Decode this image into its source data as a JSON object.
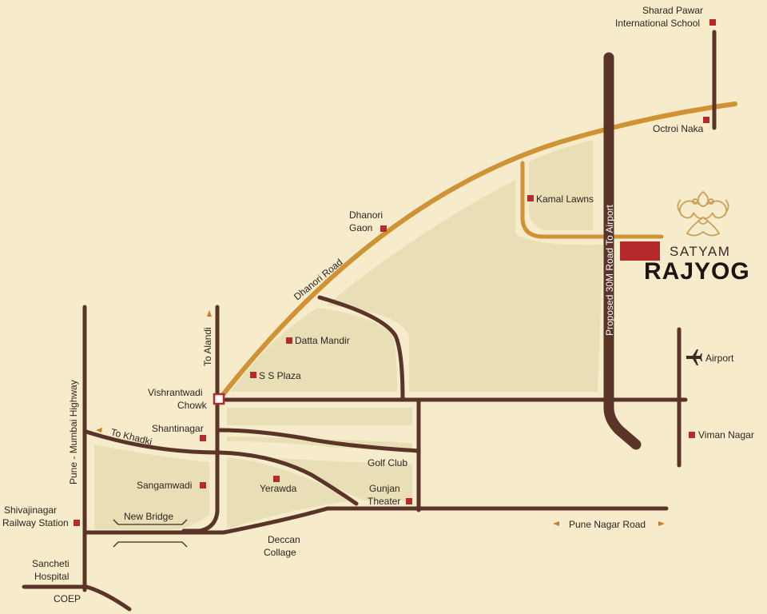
{
  "colors": {
    "background": "#f6ebcb",
    "block": "#e9dfb6",
    "brown_road": "#5a3428",
    "gold_road": "#cf9335",
    "marker": "#b52b2b",
    "brand_gold": "#c9a35a"
  },
  "brand": {
    "line1": "SATYAM",
    "line2": "RAJYOG",
    "emblem": "ornamental-emblem"
  },
  "roads": {
    "dhanori_road": "Dhanori Road",
    "proposed_road": "Proposed 30M Road To Airport",
    "pune_mumbai_highway": "Pune - Mumbai Highway",
    "to_alandi": "To Alandi",
    "to_khadki": "To Khadki",
    "new_bridge": "New Bridge",
    "pune_nagar_road": "Pune Nagar Road"
  },
  "places": {
    "sharad_pawar_1": "Sharad Pawar",
    "sharad_pawar_2": "International School",
    "octroi_naka": "Octroi Naka",
    "kamal_lawns": "Kamal Lawns",
    "dhanori_gaon_1": "Dhanori",
    "dhanori_gaon_2": "Gaon",
    "datta_mandir": "Datta Mandir",
    "ss_plaza": "S S Plaza",
    "vishrantwadi_1": "Vishrantwadi",
    "vishrantwadi_2": "Chowk",
    "shantinagar": "Shantinagar",
    "sangamwadi": "Sangamwadi",
    "yerawda": "Yerawda",
    "golf_club": "Golf Club",
    "gunjan_1": "Gunjan",
    "gunjan_2": "Theater",
    "shivajinagar_1": "Shivajinagar",
    "shivajinagar_2": "Railway Station",
    "deccan_1": "Deccan",
    "deccan_2": "Collage",
    "sancheti_1": "Sancheti",
    "sancheti_2": "Hospital",
    "coep": "COEP",
    "airport": "Airport",
    "viman_nagar": "Viman Nagar"
  },
  "icons": {
    "airport": "airplane-icon",
    "place_marker": "square-marker-icon",
    "junction": "junction-marker-icon",
    "direction": "arrow-icon"
  }
}
